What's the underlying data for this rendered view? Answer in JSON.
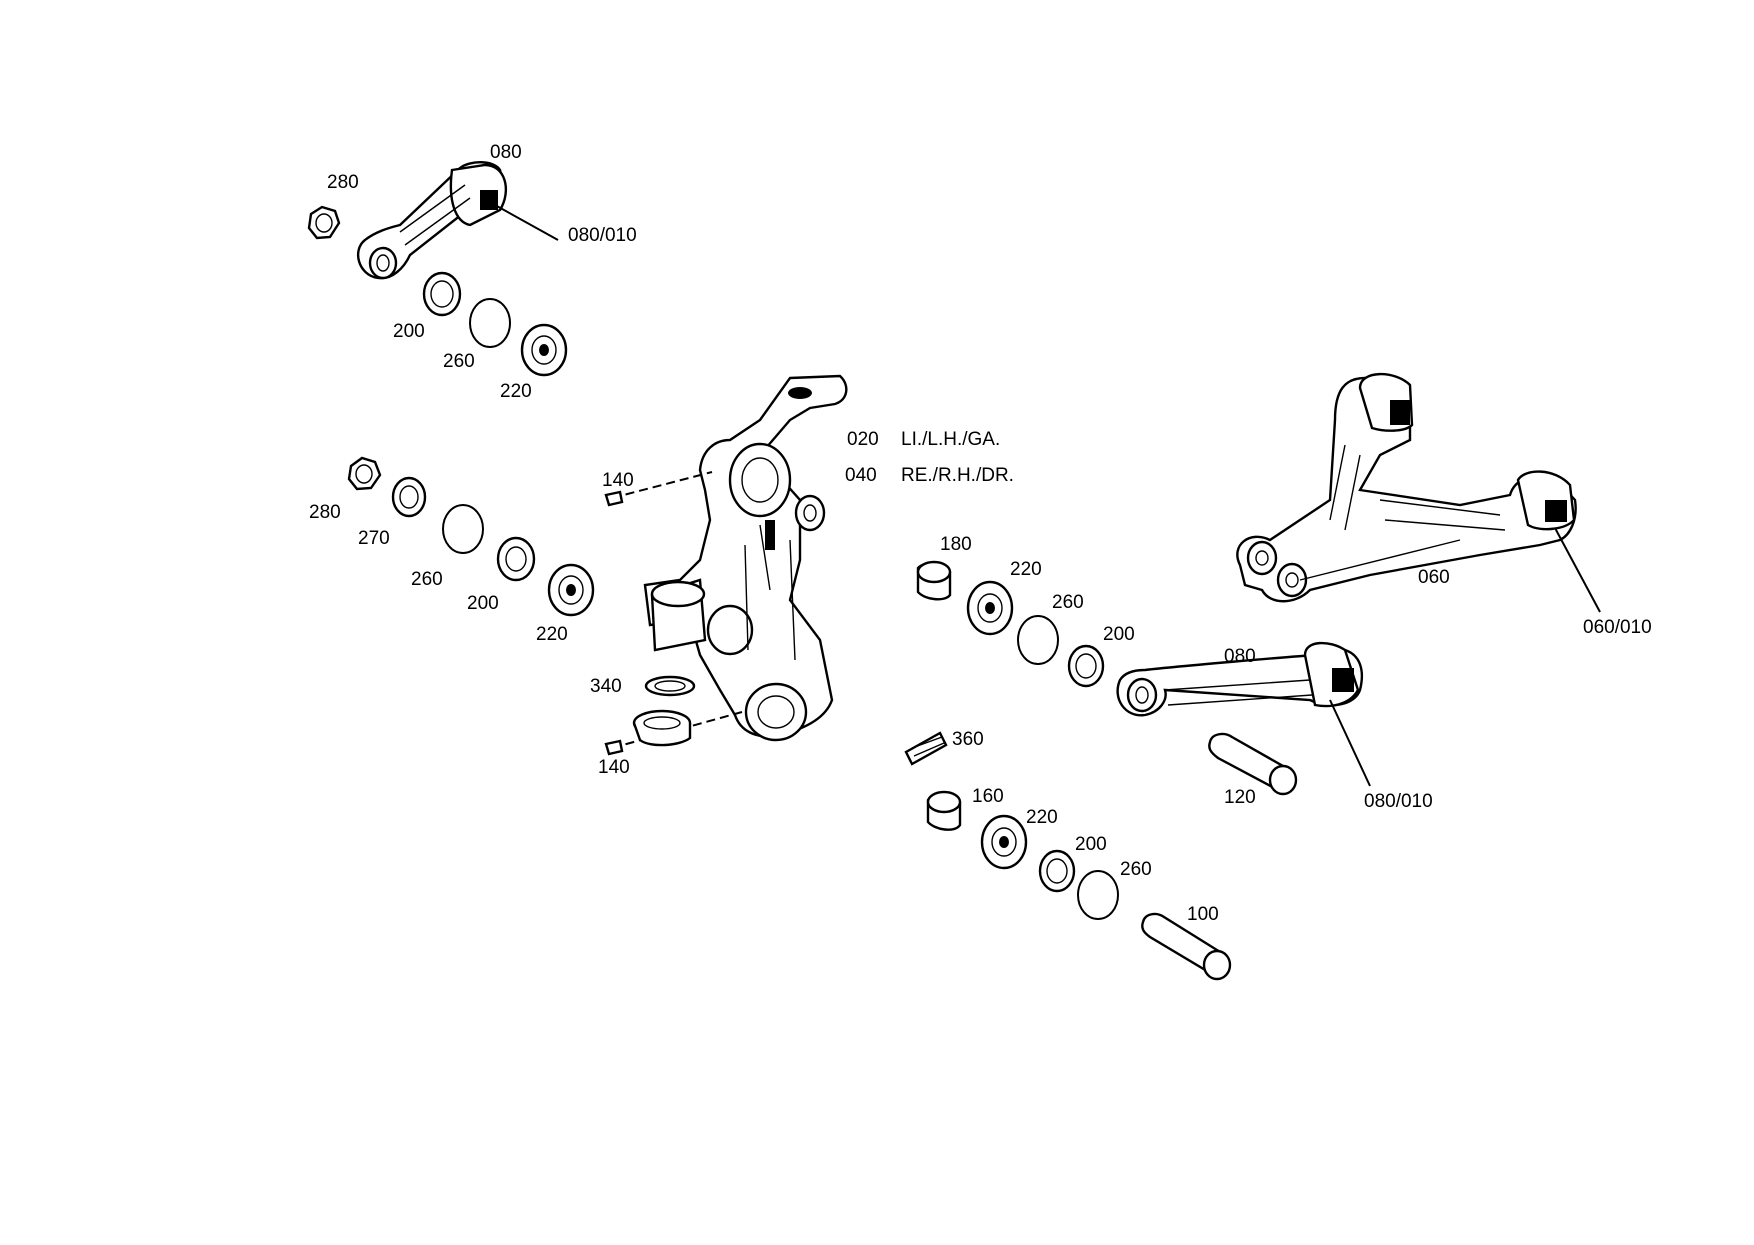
{
  "legend": {
    "row1": {
      "num": "020",
      "text": "LI./L.H./GA."
    },
    "row2": {
      "num": "040",
      "text": "RE./R.H./DR."
    }
  },
  "callouts": {
    "top_080": "080",
    "top_080_010": "080/010",
    "top_280": "280",
    "top_200": "200",
    "top_260": "260",
    "top_220": "220",
    "left_280": "280",
    "left_270": "270",
    "left_260": "260",
    "left_200": "200",
    "left_220": "220",
    "c_140_upper": "140",
    "c_140_lower": "140",
    "c_340": "340",
    "c_180": "180",
    "mid_220": "220",
    "mid_260": "260",
    "mid_200": "200",
    "mid_080": "080",
    "mid_080_010": "080/010",
    "c_360": "360",
    "c_120": "120",
    "c_160": "160",
    "low_220": "220",
    "low_200": "200",
    "low_260": "260",
    "c_100": "100",
    "c_060": "060",
    "c_060_010": "060/010"
  }
}
